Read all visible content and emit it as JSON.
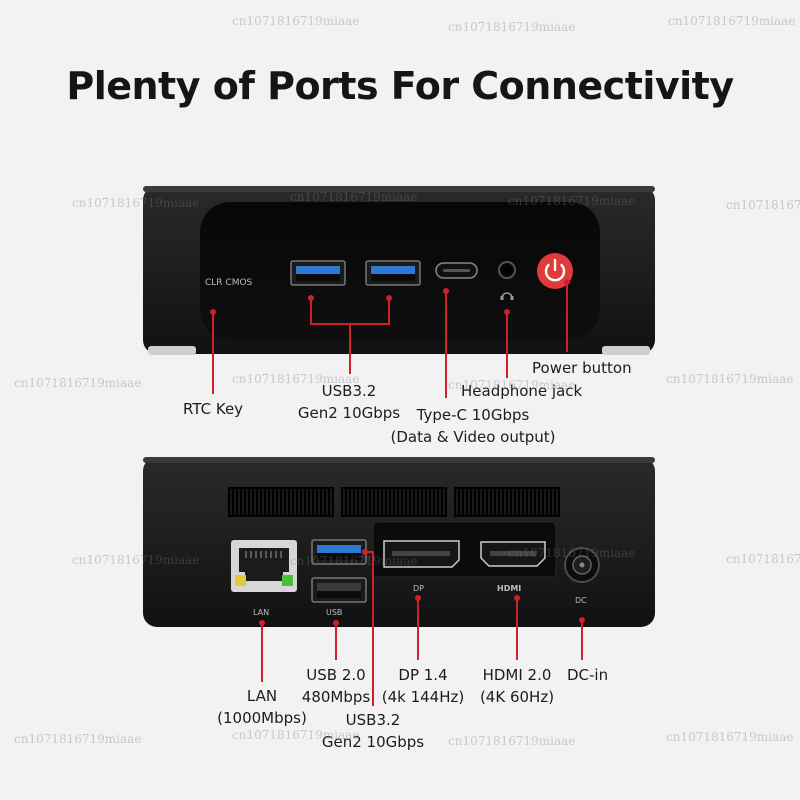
{
  "title": "Plenty of Ports For Connectivity",
  "front_panel": {
    "clr_cmos_text": "CLR CMOS"
  },
  "rear_panel": {
    "lan_text": "LAN",
    "usb_text": "USB",
    "dp_text": "DP",
    "hdmi_text": "HDMI",
    "dc_text": "DC"
  },
  "callouts_front": {
    "rtc_key": "RTC Key",
    "usb32_line1": "USB3.2",
    "usb32_line2": "Gen2 10Gbps",
    "typec_line1": "Type-C 10Gbps",
    "typec_line2": "(Data & Video output)",
    "headphone": "Headphone jack",
    "power": "Power button"
  },
  "callouts_rear": {
    "lan_line1": "LAN",
    "lan_line2": "(1000Mbps)",
    "usb20_line1": "USB 2.0",
    "usb20_line2": "480Mbps",
    "usb32_line1": "USB3.2",
    "usb32_line2": "Gen2 10Gbps",
    "dp_line1": "DP 1.4",
    "dp_line2": "(4k 144Hz)",
    "hdmi_line1": "HDMI 2.0",
    "hdmi_line2": "(4K 60Hz)",
    "dc": "DC-in"
  },
  "watermark": "cn1071816719miaae",
  "colors": {
    "background": "#f2f2f2",
    "device_body": "#1b1b1b",
    "callout_line": "#d0202a",
    "power_button": "#e03a3a",
    "usb_blue": "#2e79d6"
  }
}
